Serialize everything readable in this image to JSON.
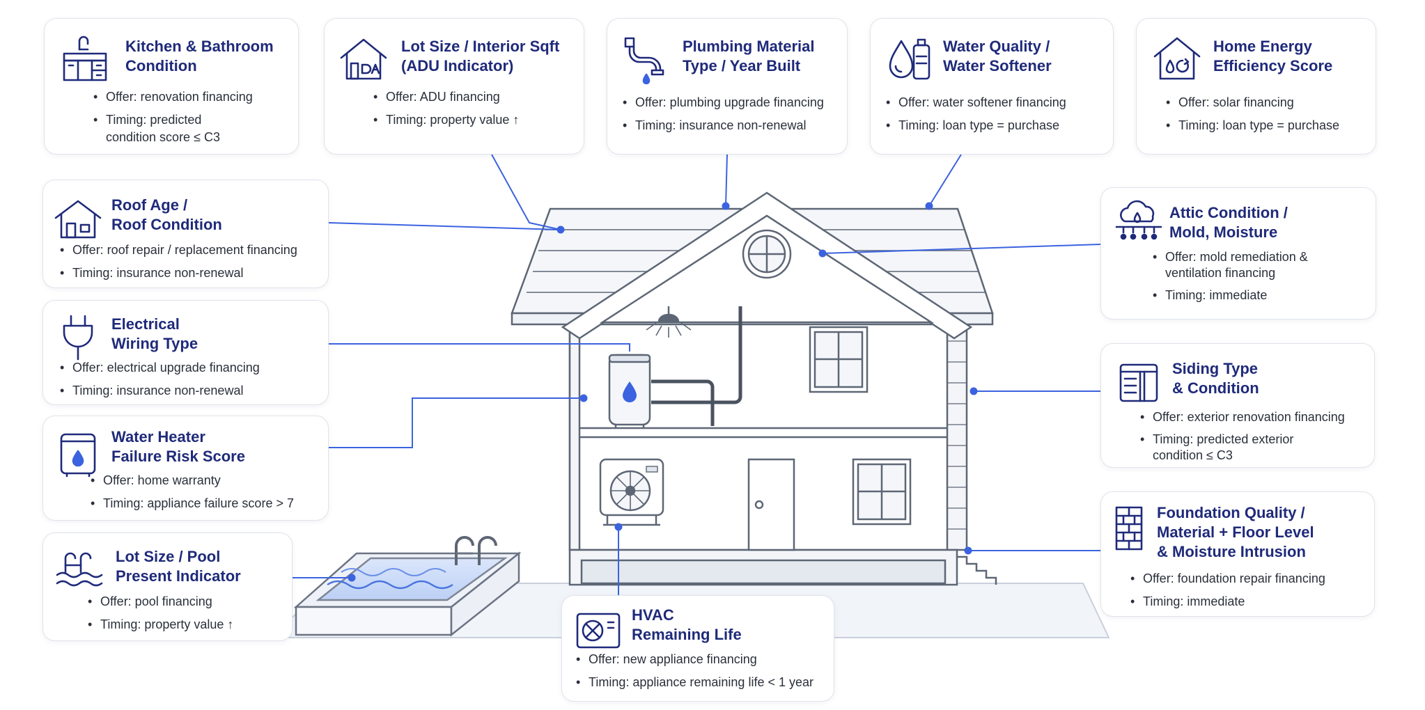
{
  "colors": {
    "title": "#1f2a7a",
    "accent_line": "#3b63e0",
    "house_stroke": "#5d6675",
    "icon_stroke": "#1f2a7a",
    "water": "#3b63e0"
  },
  "cards": {
    "kitchen": {
      "icon": "kitchen-cabinet-icon",
      "title": [
        "Kitchen & Bathroom",
        "Condition"
      ],
      "bullets": [
        "Offer: renovation financing",
        "Timing: predicted\ncondition score ≤ C3"
      ]
    },
    "lot_adu": {
      "icon": "house-adu-icon",
      "title": [
        "Lot Size / Interior Sqft",
        "(ADU Indicator)"
      ],
      "bullets": [
        "Offer: ADU financing",
        "Timing: property value ↑"
      ]
    },
    "plumbing": {
      "icon": "pipe-drip-icon",
      "title": [
        "Plumbing Material",
        "Type / Year Built"
      ],
      "bullets": [
        "Offer: plumbing upgrade financing",
        "Timing: insurance non-renewal"
      ]
    },
    "water_quality": {
      "icon": "water-drop-bottle-icon",
      "title": [
        "Water Quality /",
        "Water Softener"
      ],
      "bullets": [
        "Offer: water softener financing",
        "Timing: loan type = purchase"
      ]
    },
    "energy": {
      "icon": "home-energy-icon",
      "title": [
        "Home Energy",
        "Efficiency Score"
      ],
      "bullets": [
        "Offer: solar financing",
        "Timing: loan type = purchase"
      ]
    },
    "roof": {
      "icon": "roof-house-icon",
      "title": [
        "Roof Age /",
        "Roof Condition"
      ],
      "bullets": [
        "Offer: roof repair / replacement financing",
        "Timing: insurance non-renewal"
      ]
    },
    "electrical": {
      "icon": "electric-plug-icon",
      "title": [
        "Electrical",
        "Wiring Type"
      ],
      "bullets": [
        "Offer: electrical upgrade financing",
        "Timing: insurance non-renewal"
      ]
    },
    "water_heater": {
      "icon": "water-heater-icon",
      "title": [
        "Water Heater",
        "Failure Risk Score"
      ],
      "bullets": [
        "Offer: home warranty",
        "Timing: appliance failure score > 7"
      ]
    },
    "pool": {
      "icon": "pool-icon",
      "title": [
        "Lot Size / Pool",
        "Present Indicator"
      ],
      "bullets": [
        "Offer: pool financing",
        "Timing: property value ↑"
      ]
    },
    "hvac": {
      "icon": "hvac-fan-icon",
      "title": [
        "HVAC",
        "Remaining Life"
      ],
      "bullets": [
        "Offer: new appliance financing",
        "Timing: appliance remaining life < 1 year"
      ]
    },
    "attic": {
      "icon": "attic-moisture-icon",
      "title": [
        "Attic Condition /",
        "Mold, Moisture"
      ],
      "bullets": [
        "Offer: mold remediation &\nventilation financing",
        "Timing: immediate"
      ]
    },
    "siding": {
      "icon": "siding-panel-icon",
      "title": [
        "Siding Type",
        "& Condition"
      ],
      "bullets": [
        "Offer: exterior renovation financing",
        "Timing: predicted exterior\ncondition ≤ C3"
      ]
    },
    "foundation": {
      "icon": "brick-foundation-icon",
      "title": [
        "Foundation Quality /",
        "Material + Floor Level",
        "& Moisture Intrusion"
      ],
      "bullets": [
        "Offer: foundation repair financing",
        "Timing: immediate"
      ]
    }
  }
}
